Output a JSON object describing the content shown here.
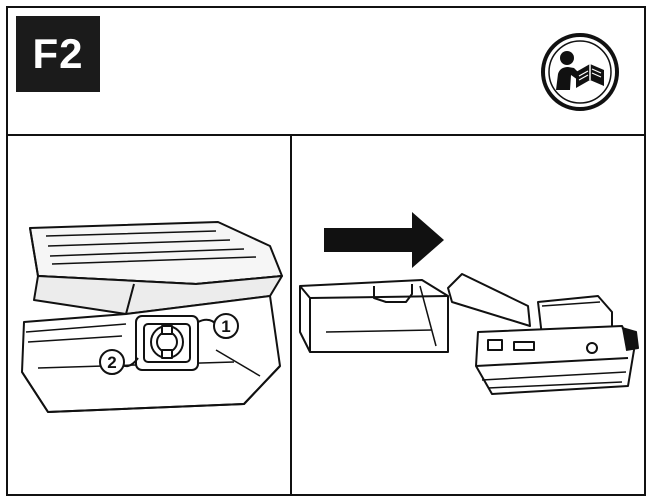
{
  "header": {
    "step_label": "F2",
    "manual_icon": "read-manual-icon"
  },
  "panel_left": {
    "callouts": [
      {
        "number": "1"
      },
      {
        "number": "2"
      }
    ]
  },
  "panel_right": {
    "arrow_icon": "right-arrow-icon"
  },
  "colors": {
    "line": "#111111",
    "badge_bg": "#1b1b1b",
    "badge_text": "#ffffff",
    "background": "#ffffff"
  }
}
